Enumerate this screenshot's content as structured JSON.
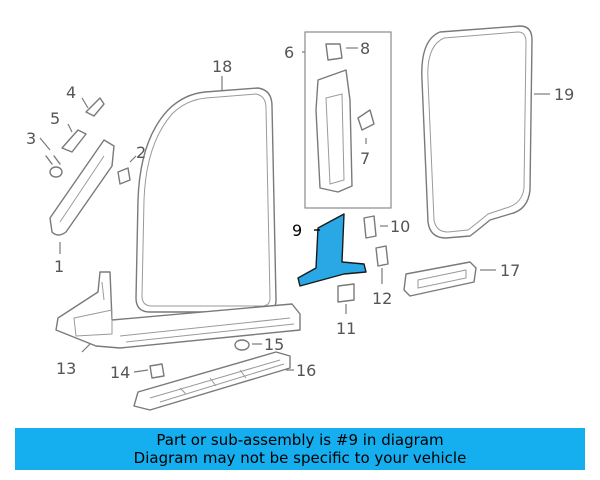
{
  "diagram": {
    "callouts": [
      "1",
      "2",
      "3",
      "4",
      "5",
      "6",
      "7",
      "8",
      "9",
      "10",
      "11",
      "12",
      "13",
      "14",
      "15",
      "16",
      "17",
      "18",
      "19"
    ],
    "highlighted_part": "9",
    "highlight_color": "#2aa8e6"
  },
  "banner": {
    "line1": "Part or sub-assembly is #9 in diagram",
    "line2": "Diagram may not be specific to your vehicle",
    "background": "#15aeef"
  }
}
